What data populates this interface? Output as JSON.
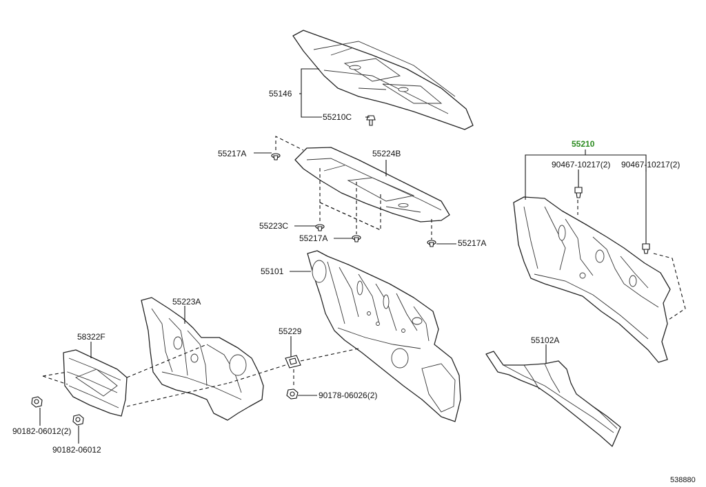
{
  "diagram": {
    "highlight_color": "#2a8a1e",
    "reference_number": "538880",
    "callouts": {
      "p55146": "55146",
      "p55210C": "55210C",
      "p55217A_top": "55217A",
      "p55224B": "55224B",
      "p55223C": "55223C",
      "p55217A_mid": "55217A",
      "p55217A_right": "55217A",
      "p55210": "55210",
      "p90467_left": "90467-10217(2)",
      "p90467_right": "90467-10217(2)",
      "p55101": "55101",
      "p55223A": "55223A",
      "p55229": "55229",
      "p58322F": "58322F",
      "p90178": "90178-06026(2)",
      "p55102A": "55102A",
      "p90182_left": "90182-06012(2)",
      "p90182_bottom": "90182-06012"
    }
  }
}
